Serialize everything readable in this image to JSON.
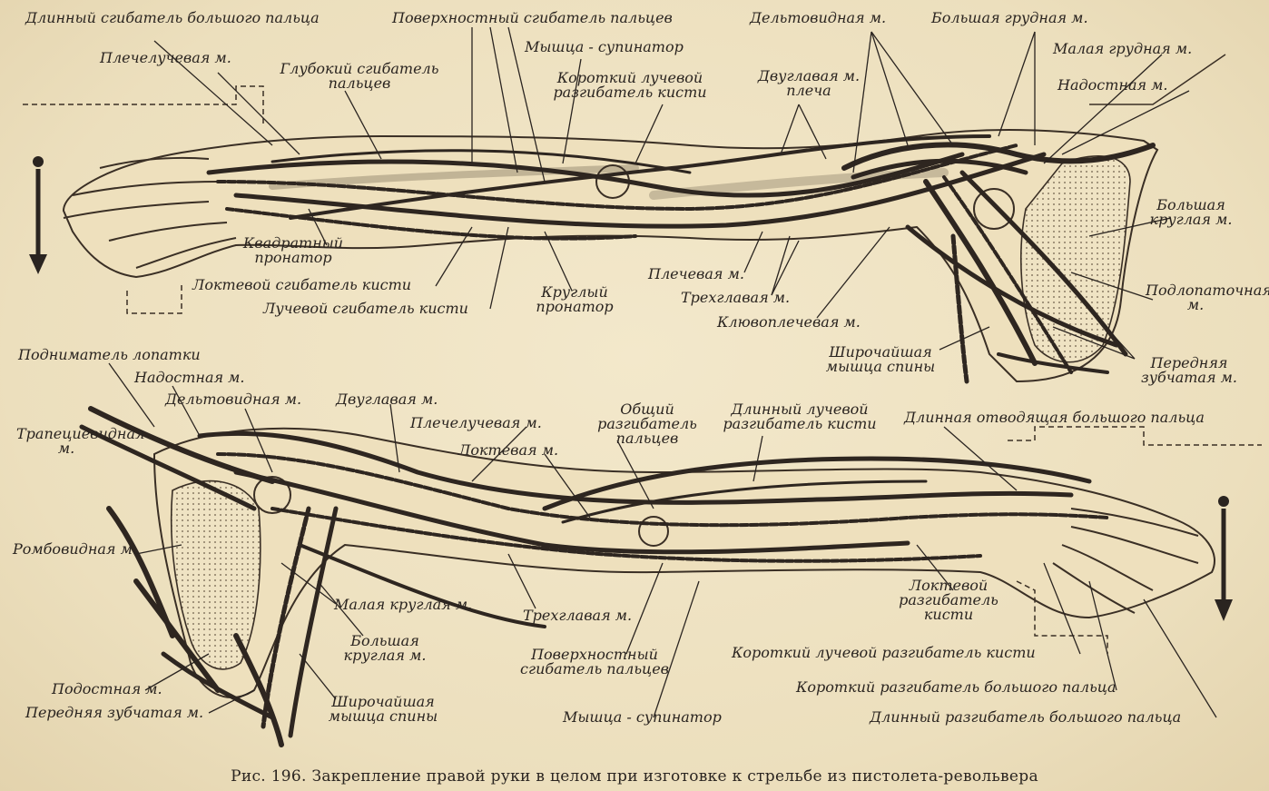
{
  "caption": "Рис. 196. Закрепление правой руки в целом при изготовке к стрельбе из пистолета-револьвера",
  "top_labels": {
    "l1": "Длинный сгибатель большого пальца",
    "l2": "Поверхностный сгибатель пальцев",
    "l3": "Дельтовидная м.",
    "l4": "Большая грудная м.",
    "l5": "Плечелучевая м.",
    "l6": "Мышца - супинатор",
    "l7": "Малая грудная м.",
    "l8": "Глубокий сгибатель пальцев",
    "l9": "Короткий лучевой разгибатель кисти",
    "l10": "Двуглавая м. плеча",
    "l11": "Надостная м.",
    "l12": "Большая круглая м.",
    "l13": "Квадратный пронатор",
    "l14": "Локтевой сгибатель кисти",
    "l15": "Лучевой сгибатель кисти",
    "l16": "Круглый пронатор",
    "l17": "Плечевая м.",
    "l18": "Трехглавая м.",
    "l19": "Клювоплечевая м.",
    "l20": "Подлопаточная м.",
    "l21": "Широчайшая мышца спины",
    "l22": "Передняя зубчатая м."
  },
  "bottom_labels": {
    "b1": "Подниматель лопатки",
    "b2": "Надостная м.",
    "b3": "Дельтовидная м.",
    "b4": "Двуглавая м.",
    "b5": "Трапециевидная м.",
    "b6": "Плечелучевая м.",
    "b7": "Общий разгибатель пальцев",
    "b8": "Длинный лучевой разгибатель кисти",
    "b9": "Длинная отводящая большого пальца",
    "b10": "Локтевая м.",
    "b11": "Ромбовидная м.",
    "b12": "Малая круглая м.",
    "b13": "Трехглавая м.",
    "b14": "Локтевой разгибатель кисти",
    "b15": "Большая круглая м.",
    "b16": "Поверхностный сгибатель пальцев",
    "b17": "Короткий лучевой разгибатель кисти",
    "b18": "Подостная м.",
    "b19": "Короткий разгибатель большого пальца",
    "b20": "Передняя зубчатая м.",
    "b21": "Широчайшая мышца спины",
    "b22": "Мышца - супинатор",
    "b23": "Длинный разгибатель большого пальца"
  }
}
